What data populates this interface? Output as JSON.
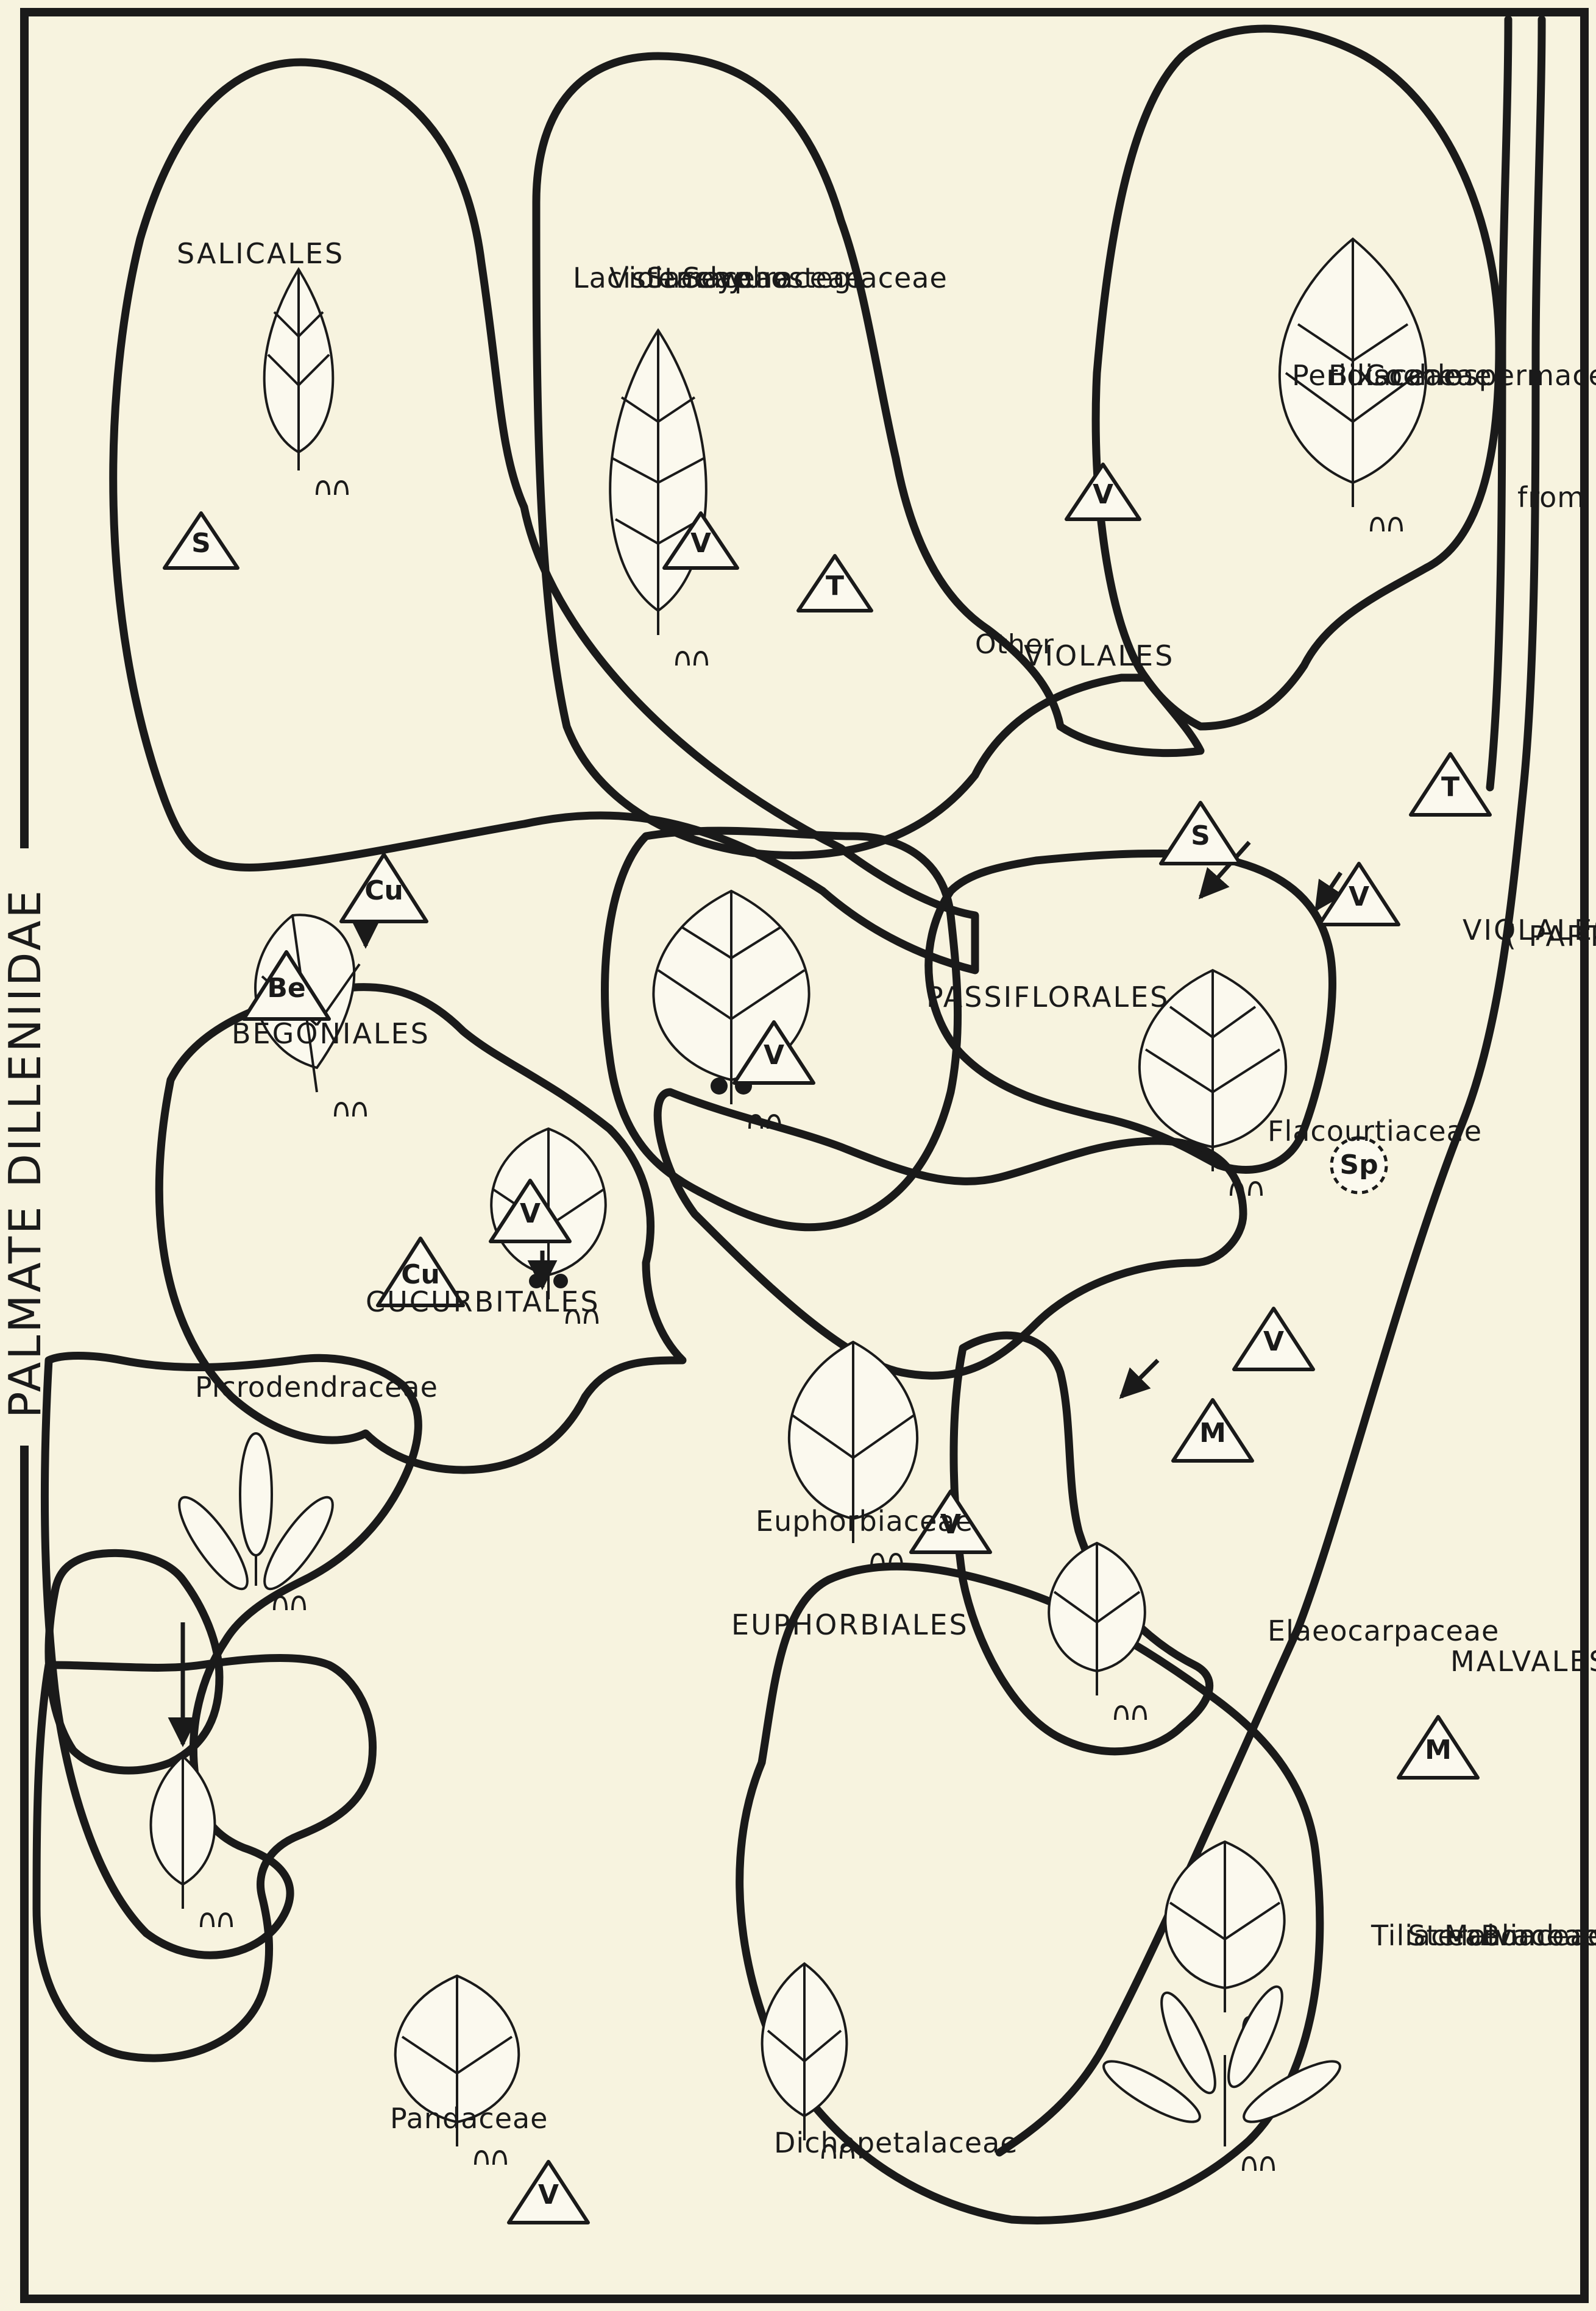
{
  "title": "PALMATE DILLENIIDAE",
  "orders": {
    "salicales": "SALICALES",
    "begoniales": "BEGONIALES",
    "cucurbitales": "CUCURBITALES",
    "passiflorales": "PASSIFLORALES",
    "euphorbiales": "EUPHORBIALES",
    "malvales": "MALVALES",
    "violales_part": "VIOLALES",
    "violales_part_note": "( PART)",
    "other_violales_1": "Other",
    "other_violales_2": "VIOLALES"
  },
  "families": {
    "pandaceae": "Pandaceae",
    "dichapetalaceae": "Dichapetalaceae",
    "picrodendraceae": "Picrodendraceae",
    "euphorbiaceae": "Euphorbiaceae",
    "elaeocarpaceae": "Elaeocarpaceae",
    "flacourtiaceae": "Flacourtiaceae",
    "malvales_list": [
      "Tiliaceae",
      "Sterculiaceae",
      "Malvaceae",
      "Bombacaceae"
    ],
    "violales_list": [
      "Lacistemaceae",
      "Violaceae",
      "Stachyuraceae",
      "Scyphostegiaceae"
    ],
    "peridiscaceae_list": [
      "Peridiscaceae",
      "Bixaceae",
      "Cochlospermaceae"
    ]
  },
  "stem_label": "from Dilleniid stem",
  "stomata_symbols": {
    "V": "V",
    "M": "M",
    "S": "S",
    "T": "T",
    "Cu": "Cu",
    "Be": "Be",
    "Sp": "Sp"
  }
}
